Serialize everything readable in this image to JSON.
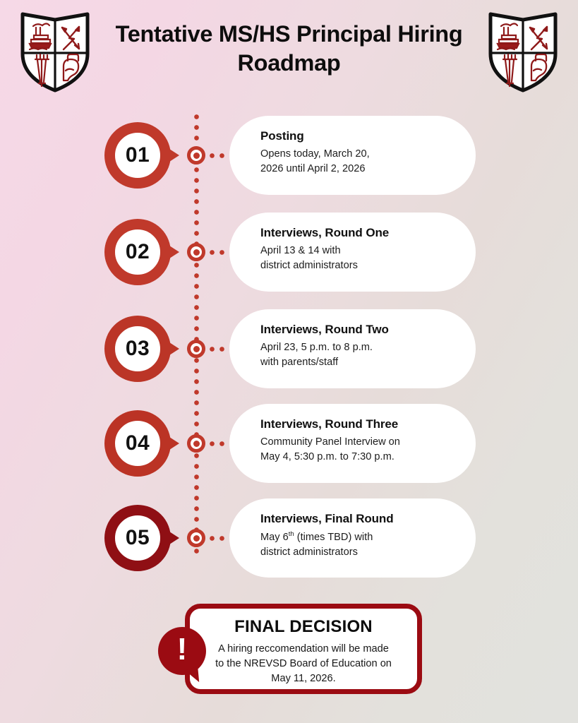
{
  "header": {
    "title": "Tentative MS/HS Principal Hiring Roadmap",
    "crest_left_name": "school-crest-left",
    "crest_right_name": "school-crest-right"
  },
  "colors": {
    "accent_light": "#c0392b",
    "accent_dark": "#9b0b12",
    "card_background": "#ffffff",
    "background_pink": "#f6d9e7",
    "background_gray": "#e2e2de"
  },
  "timeline": {
    "steps": [
      {
        "number": "01",
        "title": "Posting",
        "description": "Opens today, March 20,\n2026 until April 2, 2026",
        "ring_color": "#c0392b"
      },
      {
        "number": "02",
        "title": "Interviews, Round One",
        "description": "April 13 & 14 with\ndistrict administrators",
        "ring_color": "#c0392b"
      },
      {
        "number": "03",
        "title": "Interviews, Round Two",
        "description": "April 23, 5 p.m. to 8 p.m.\nwith parents/staff",
        "ring_color": "#bb3527"
      },
      {
        "number": "04",
        "title": "Interviews, Round Three",
        "description": "Community Panel Interview on\nMay 4, 5:30 p.m. to 7:30 p.m.",
        "ring_color": "#bb3325"
      },
      {
        "number": "05",
        "title": "Interviews, Final Round",
        "description_prefix": "May 6",
        "description_sup": "th",
        "description_suffix": " (times TBD) with\ndistrict administrators",
        "ring_color": "#8f0f14"
      }
    ]
  },
  "final_decision": {
    "alert_icon": "exclamation-icon",
    "alert_glyph": "!",
    "title": "FINAL DECISION",
    "description": "A hiring reccomendation will be made\nto the NREVSD Board of Education on\nMay 11, 2026."
  }
}
